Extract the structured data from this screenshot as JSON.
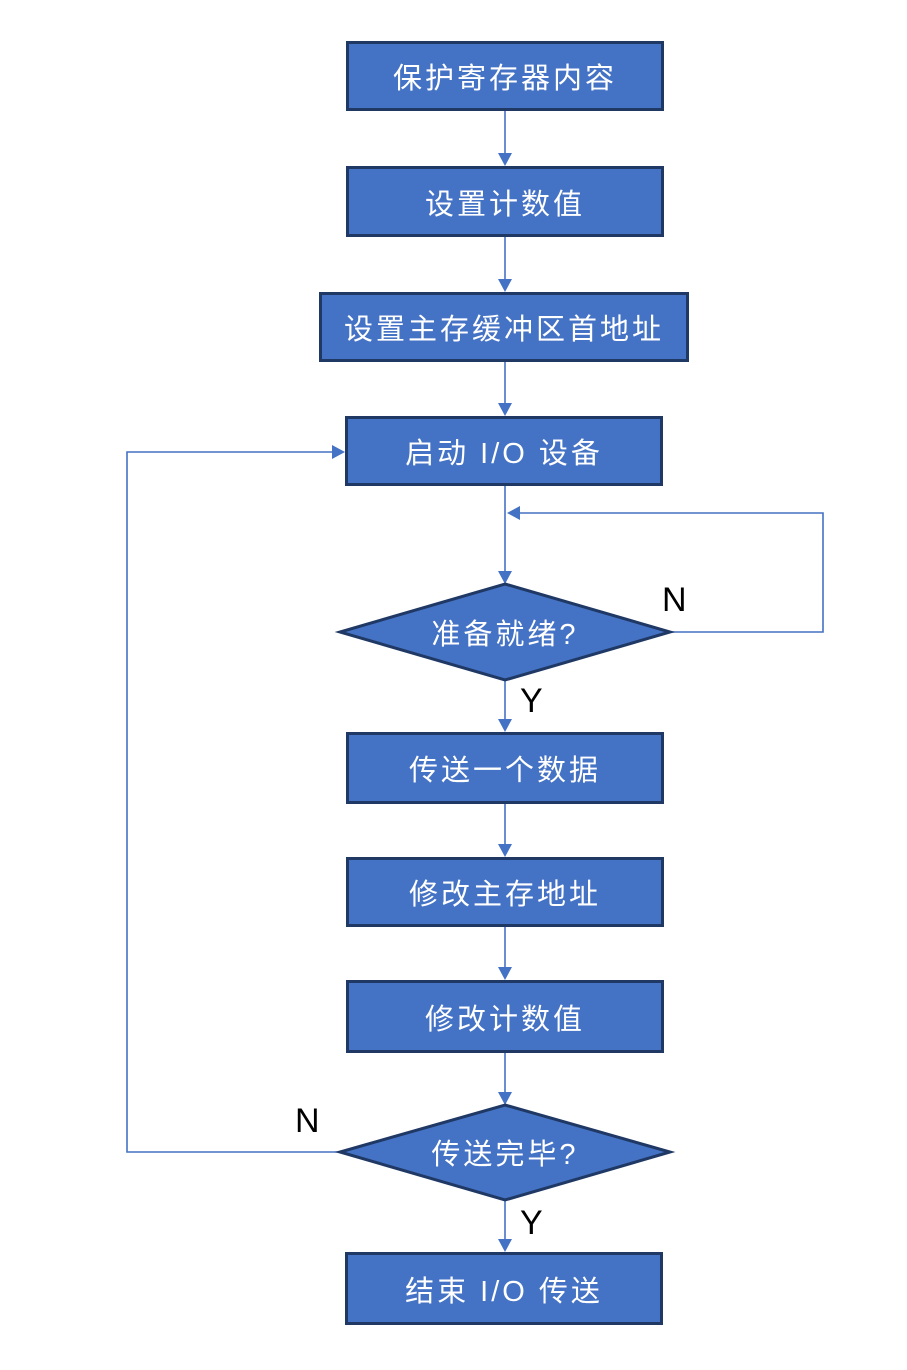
{
  "flowchart": {
    "title": "I/O transfer flowchart",
    "colors": {
      "node_fill": "#4472C4",
      "node_border": "#1F3864",
      "connector": "#4472C4",
      "node_text": "#FFFFFF",
      "edge_label_text": "#000000",
      "background": "#FFFFFF"
    },
    "nodes": [
      {
        "id": "protect-registers",
        "type": "process",
        "label": "保护寄存器内容"
      },
      {
        "id": "set-count",
        "type": "process",
        "label": "设置计数值"
      },
      {
        "id": "set-buffer-address",
        "type": "process",
        "label": "设置主存缓冲区首地址"
      },
      {
        "id": "start-io",
        "type": "process",
        "label": "启动 I/O 设备"
      },
      {
        "id": "ready-check",
        "type": "decision",
        "label": "准备就绪?"
      },
      {
        "id": "transfer-data",
        "type": "process",
        "label": "传送一个数据"
      },
      {
        "id": "modify-address",
        "type": "process",
        "label": "修改主存地址"
      },
      {
        "id": "modify-count",
        "type": "process",
        "label": "修改计数值"
      },
      {
        "id": "done-check",
        "type": "decision",
        "label": "传送完毕?"
      },
      {
        "id": "end-io",
        "type": "process",
        "label": "结束 I/O 传送"
      }
    ],
    "edges": [
      {
        "from": "protect-registers",
        "to": "set-count",
        "label": ""
      },
      {
        "from": "set-count",
        "to": "set-buffer-address",
        "label": ""
      },
      {
        "from": "set-buffer-address",
        "to": "start-io",
        "label": ""
      },
      {
        "from": "start-io",
        "to": "ready-check",
        "label": ""
      },
      {
        "from": "ready-check",
        "to": "ready-check",
        "branch": "no",
        "label": "N"
      },
      {
        "from": "ready-check",
        "to": "transfer-data",
        "branch": "yes",
        "label": "Y"
      },
      {
        "from": "transfer-data",
        "to": "modify-address",
        "label": ""
      },
      {
        "from": "modify-address",
        "to": "modify-count",
        "label": ""
      },
      {
        "from": "modify-count",
        "to": "done-check",
        "label": ""
      },
      {
        "from": "done-check",
        "to": "start-io",
        "branch": "no",
        "label": "N"
      },
      {
        "from": "done-check",
        "to": "end-io",
        "branch": "yes",
        "label": "Y"
      }
    ]
  }
}
